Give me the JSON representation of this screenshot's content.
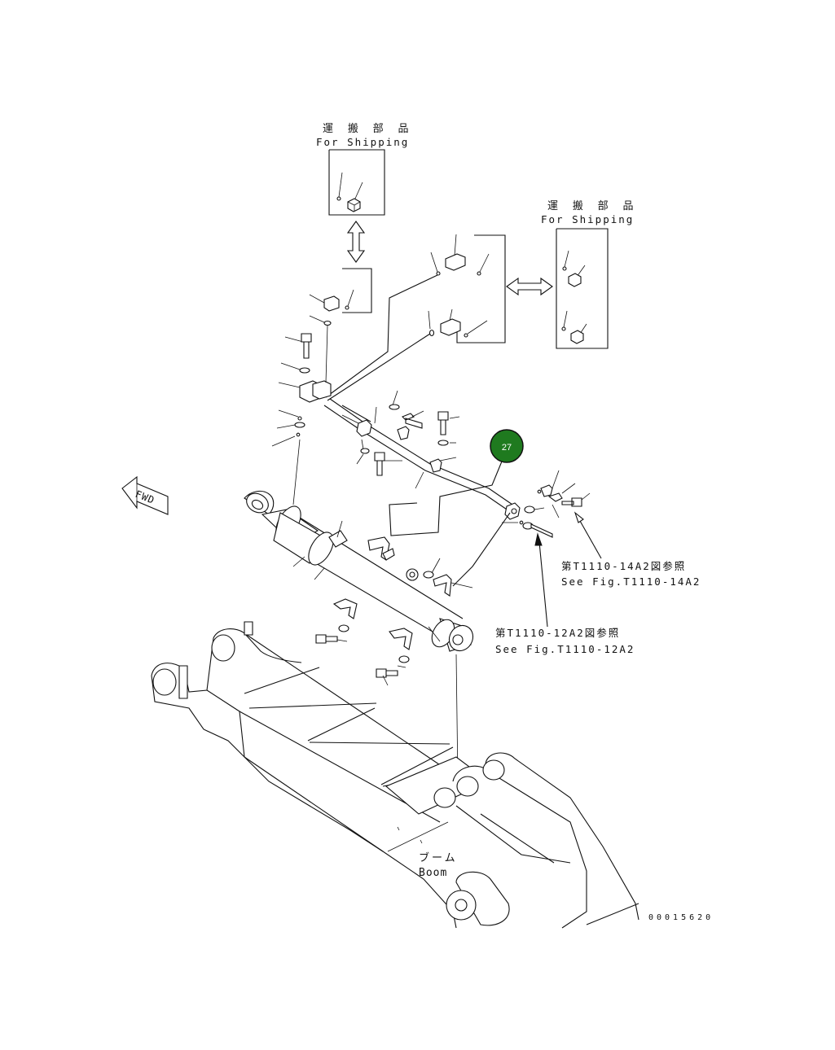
{
  "shipping_box_top": {
    "jp": "運 搬 部 品",
    "en": "For Shipping"
  },
  "shipping_box_right": {
    "jp": "運 搬 部 品",
    "en": "For Shipping"
  },
  "fwd_label": "FWD",
  "ref_14a2": {
    "jp": "第T1110-14A2図参照",
    "en": "See Fig.T1110-14A2"
  },
  "ref_12a2": {
    "jp": "第T1110-12A2図参照",
    "en": "See Fig.T1110-12A2"
  },
  "boom_label": {
    "jp": "ブーム",
    "en": "Boom"
  },
  "drawing_number": "00015620",
  "callout": {
    "number": "27",
    "color": "#1f7a1f"
  }
}
